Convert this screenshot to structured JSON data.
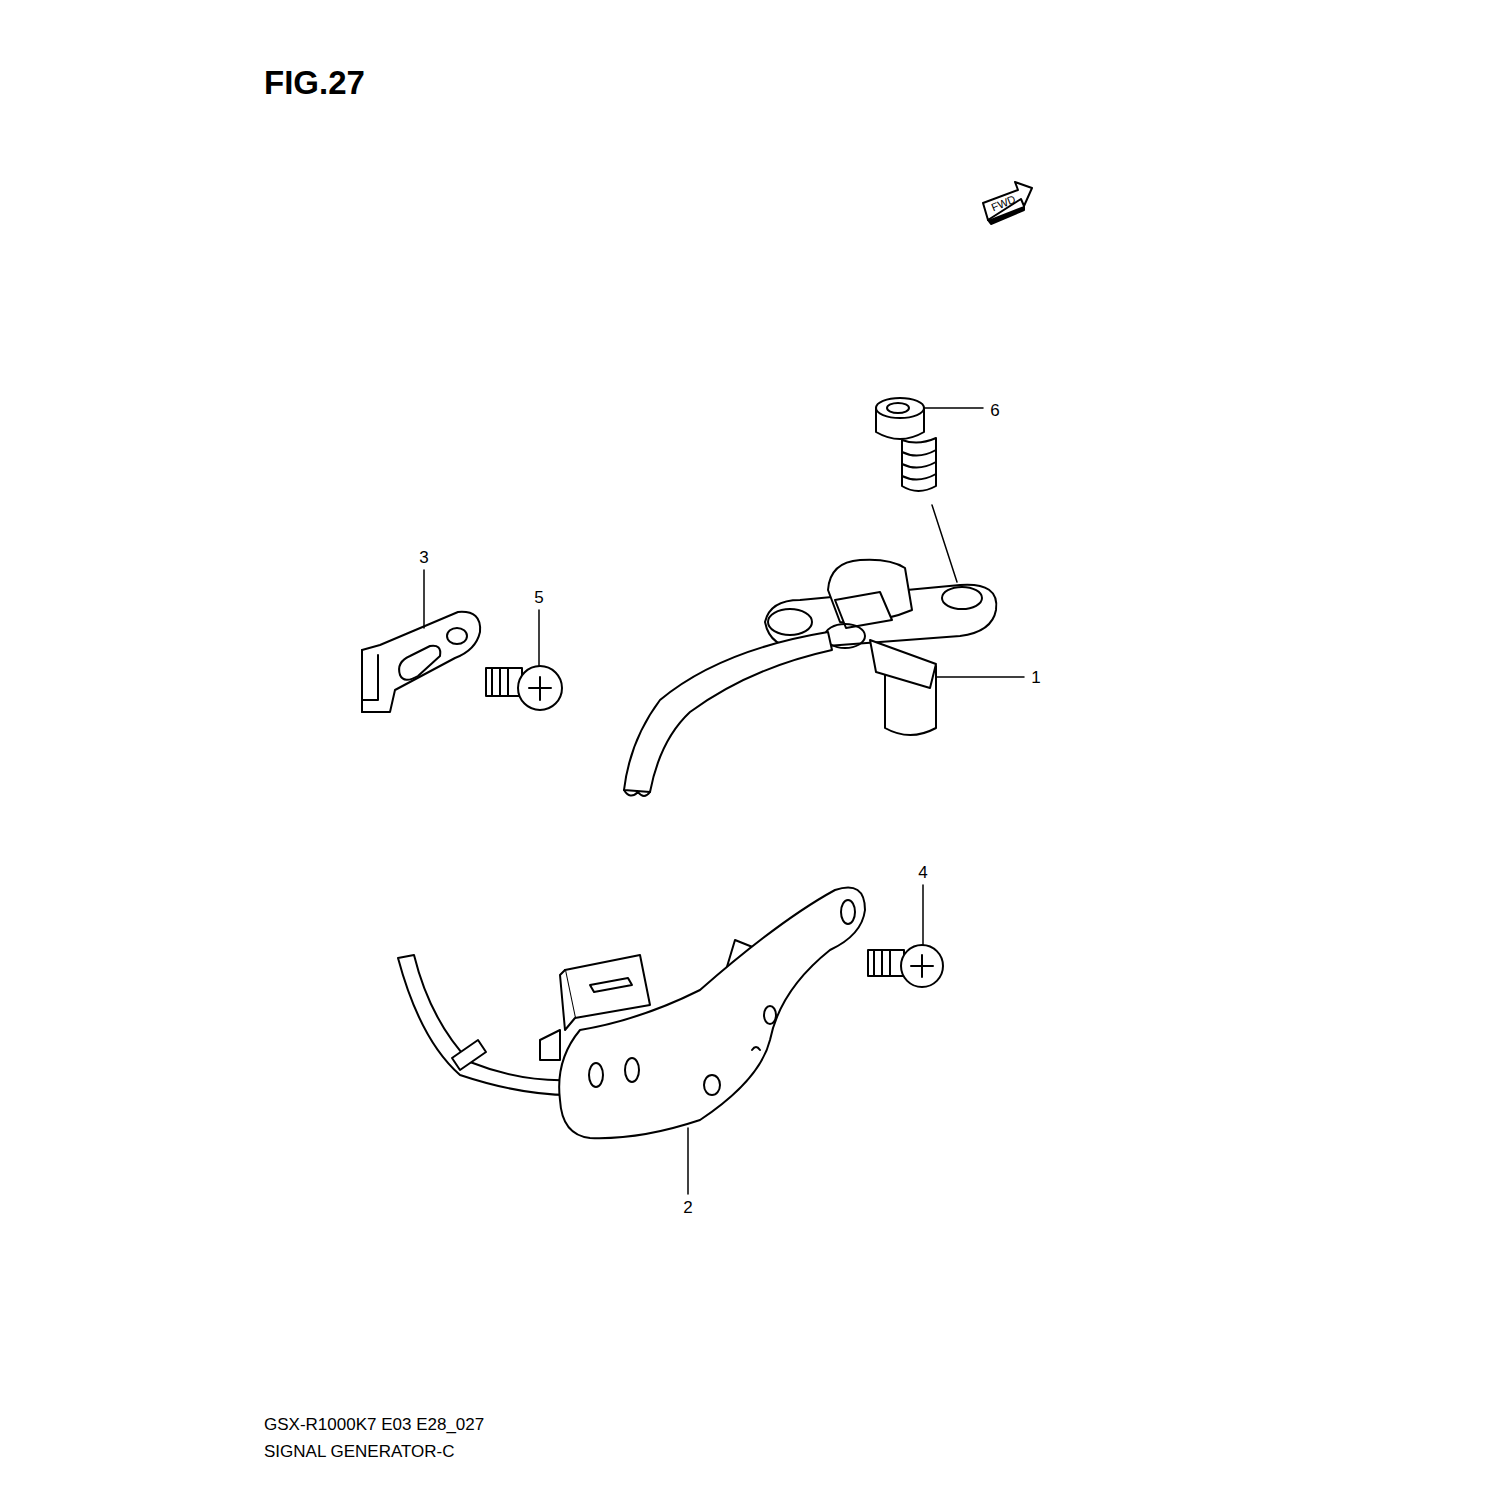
{
  "diagram": {
    "title": "FIG.27",
    "labels": [
      "FWD",
      "6",
      "3",
      "5",
      "1",
      "4",
      "2",
      "GSX-R1000K7 E03 E28_027",
      "SIGNAL GENERATOR-C"
    ]
  }
}
